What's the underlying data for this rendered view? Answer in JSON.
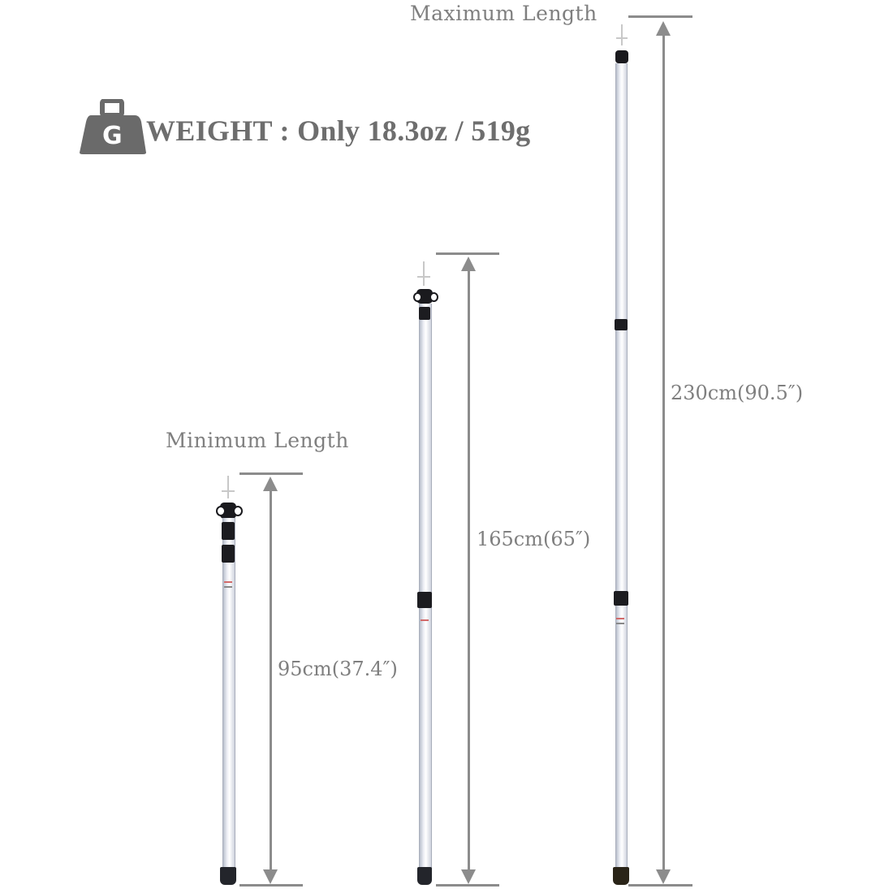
{
  "weight": {
    "icon_letter": "G",
    "text": "WEIGHT : Only 18.3oz / 519g"
  },
  "labels": {
    "maximum": "Maximum Length",
    "minimum": "Minimum Length"
  },
  "poles": [
    {
      "id": "min",
      "length_label": "95cm(37.4″)"
    },
    {
      "id": "mid",
      "length_label": "165cm(65″)"
    },
    {
      "id": "max",
      "length_label": "230cm(90.5″)"
    }
  ],
  "colors": {
    "text_gray": "#7f7f7f",
    "line_gray": "#8c8c8c",
    "collar_black": "#1c1c20"
  }
}
